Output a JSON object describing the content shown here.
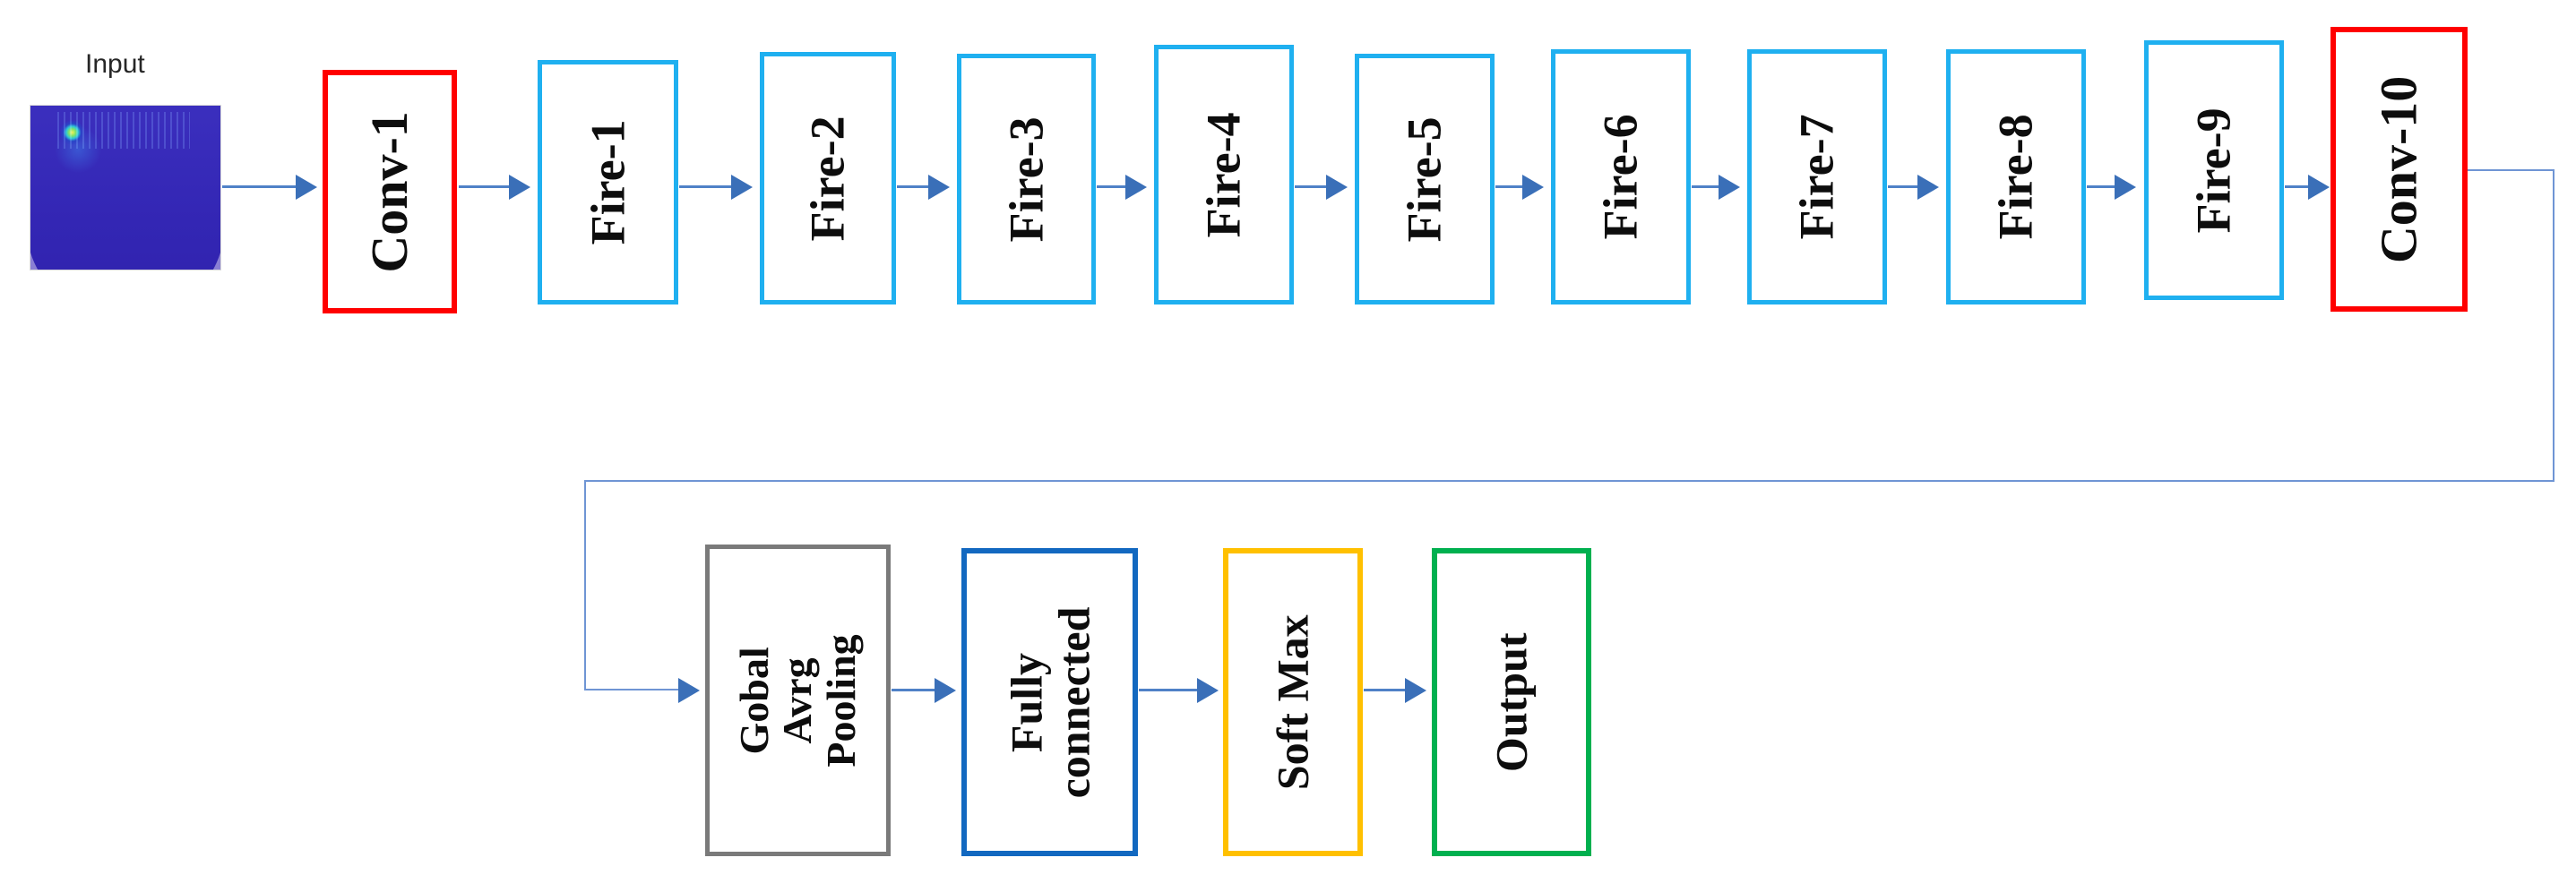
{
  "diagram": {
    "title": "SqueezeNet-style CNN architecture pipeline",
    "input": {
      "label": "Input",
      "thumbnail_name": "input-spectrogram-thumbnail"
    },
    "colors": {
      "conv_border": "#ff0000",
      "fire_border": "#1fb0f0",
      "pooling_border": "#7a7a7a",
      "fully_connected_border": "#1268c0",
      "softmax_border": "#ffc000",
      "output_border": "#00b04f",
      "arrow": "#3a6fb8",
      "connector_line": "#4f81c7",
      "route_line": "#6f95d4"
    },
    "top_row": [
      {
        "id": "conv-1",
        "label": "Conv-1",
        "style": "red"
      },
      {
        "id": "fire-1",
        "label": "Fire-1",
        "style": "cyan"
      },
      {
        "id": "fire-2",
        "label": "Fire-2",
        "style": "cyan"
      },
      {
        "id": "fire-3",
        "label": "Fire-3",
        "style": "cyan"
      },
      {
        "id": "fire-4",
        "label": "Fire-4",
        "style": "cyan"
      },
      {
        "id": "fire-5",
        "label": "Fire-5",
        "style": "cyan"
      },
      {
        "id": "fire-6",
        "label": "Fire-6",
        "style": "cyan"
      },
      {
        "id": "fire-7",
        "label": "Fire-7",
        "style": "cyan"
      },
      {
        "id": "fire-8",
        "label": "Fire-8",
        "style": "cyan"
      },
      {
        "id": "fire-9",
        "label": "Fire-9",
        "style": "cyan"
      },
      {
        "id": "conv-10",
        "label": "Conv-10",
        "style": "red"
      }
    ],
    "bottom_row": [
      {
        "id": "global-avrg-pooling",
        "label_line1": "Gobal Avrg",
        "label_line2": "Pooling",
        "style": "gray"
      },
      {
        "id": "fully-connected",
        "label_line1": "Fully",
        "label_line2": "connected",
        "style": "blue"
      },
      {
        "id": "soft-max",
        "label_line1": "Soft Max",
        "label_line2": "",
        "style": "orange"
      },
      {
        "id": "output",
        "label_line1": "Output",
        "label_line2": "",
        "style": "green"
      }
    ]
  }
}
